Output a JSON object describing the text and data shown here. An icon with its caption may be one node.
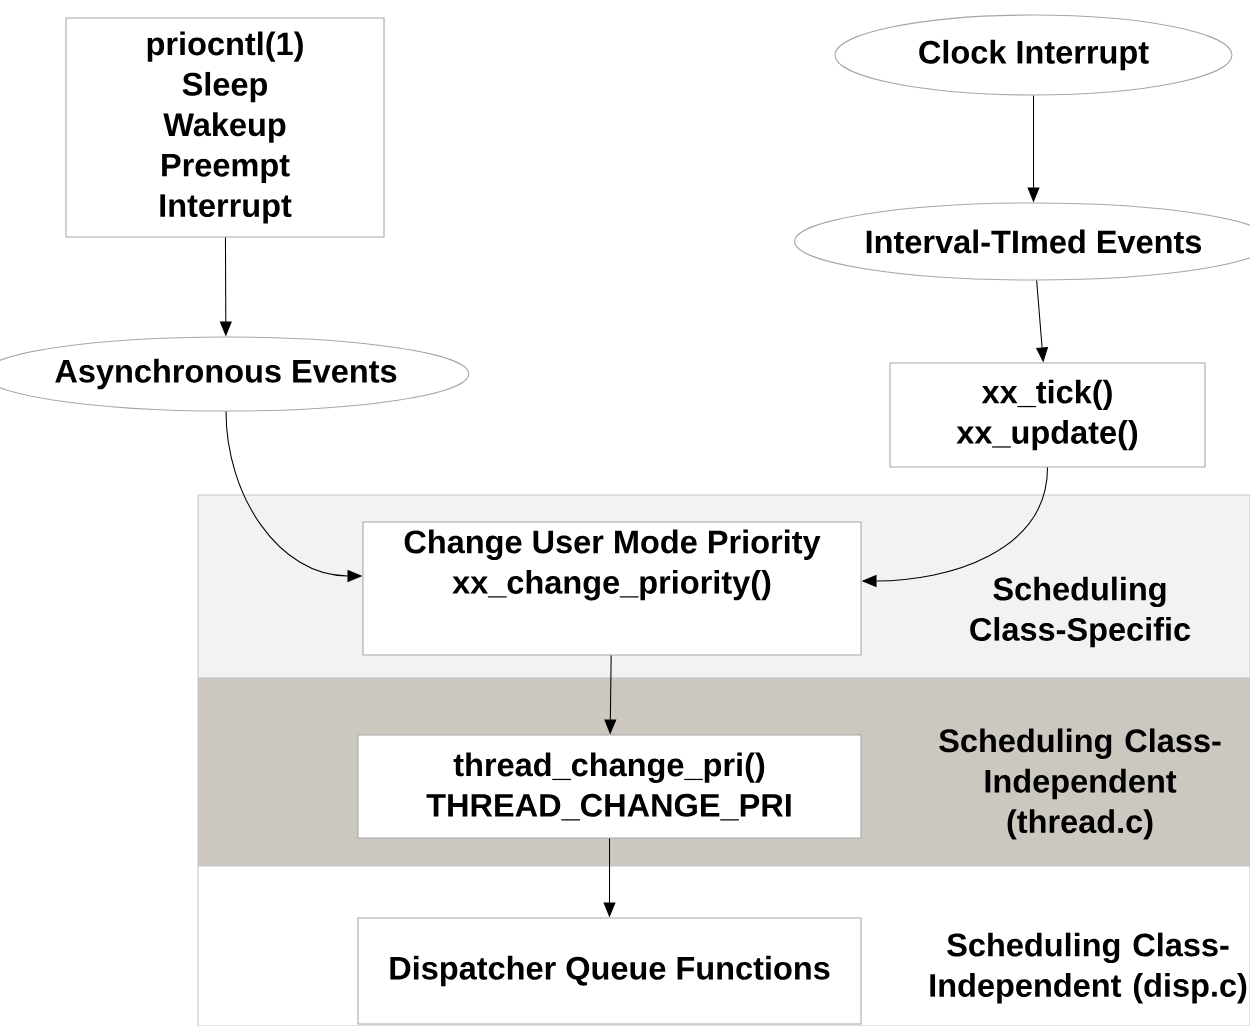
{
  "diagram": {
    "nodes": [
      {
        "text": [
          "priocntl(1)",
          "Sleep",
          "Wakeup",
          "Preempt",
          "Interrupt"
        ]
      },
      {
        "text": [
          "Clock Interrupt"
        ]
      },
      {
        "text": [
          "Interval-TImed Events"
        ]
      },
      {
        "text": [
          "xx_tick()",
          "xx_update()"
        ]
      },
      {
        "text": [
          "Asynchronous Events"
        ]
      },
      {
        "text": [
          "Scheduling Class-Specific"
        ]
      },
      {
        "text": [
          "Scheduling Class-Independent (thread.c)"
        ]
      },
      {
        "text": [
          "Scheduling Class-Independent (disp.c)"
        ]
      },
      {
        "text": [
          "Change User Mode Priority",
          "xx_change_priority()"
        ],
        "in": 5
      },
      {
        "text": [
          "thread_change_pri()",
          "THREAD_CHANGE_PRI"
        ],
        "in": 6
      },
      {
        "text": [
          "Dispatcher Queue Functions"
        ],
        "in": 7
      }
    ],
    "edges": [
      {
        "from": 0,
        "to": 4,
        "arrow": "to"
      },
      {
        "from": 1,
        "to": 2,
        "arrow": "to"
      },
      {
        "from": 2,
        "to": 3,
        "arrow": "to"
      },
      {
        "from": 4,
        "to": 8,
        "arrow": "to"
      },
      {
        "from": 3,
        "to": 8,
        "arrow": "to"
      },
      {
        "from": 8,
        "to": 9,
        "arrow": "to"
      },
      {
        "from": 9,
        "to": 10,
        "arrow": "to"
      }
    ]
  }
}
